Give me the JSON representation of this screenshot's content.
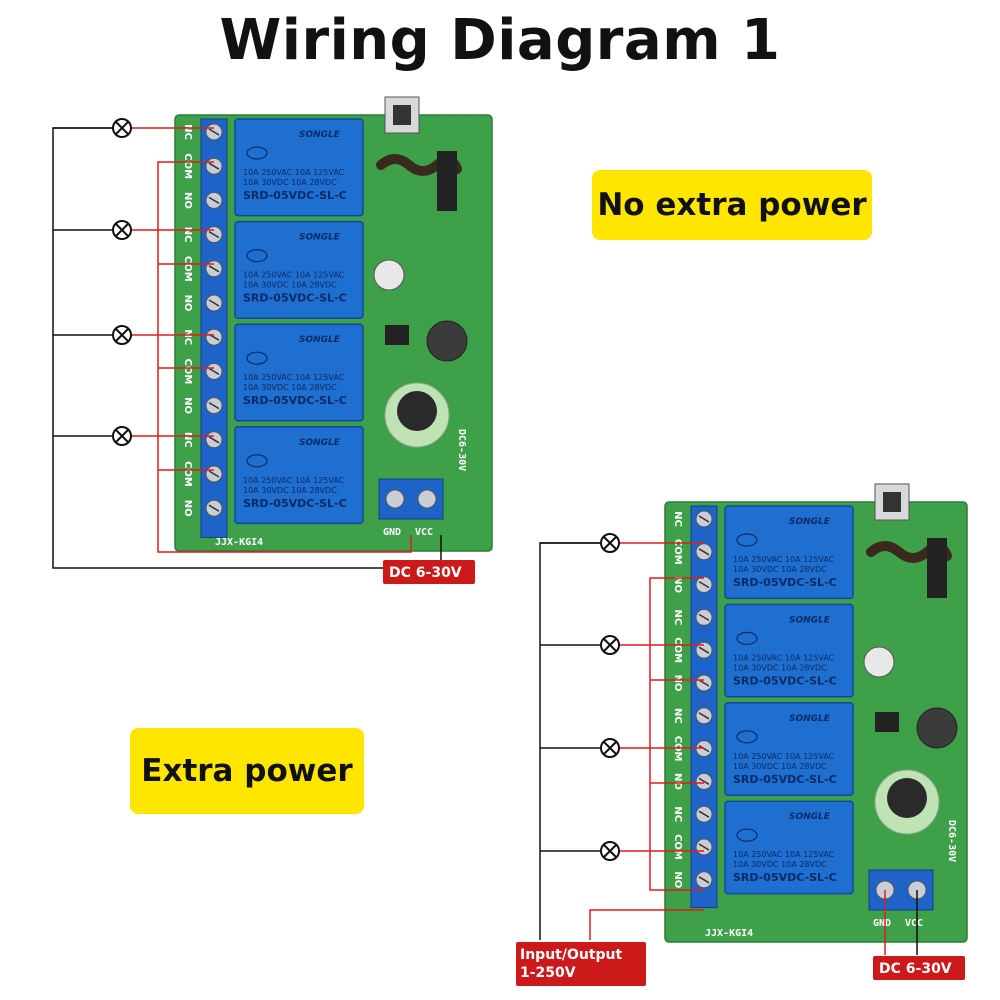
{
  "title": "Wiring Diagram 1",
  "badges": {
    "no_extra_power": "No extra power",
    "extra_power": "Extra power"
  },
  "board": {
    "relay_brand": "SONGLE",
    "relay_rating_line1": "10A 250VAC  10A 125VAC",
    "relay_rating_line2": "10A 30VDC  10A 28VDC",
    "relay_model": "SRD-05VDC-SL-C",
    "pcb_marking": "JJX-KGI4",
    "power_marking": "DC6-30V",
    "terminal_gnd": "GND",
    "terminal_vcc": "VCC",
    "pin_labels": [
      "NC",
      "COM",
      "NO",
      "NC",
      "COM",
      "NO",
      "NC",
      "COM",
      "NO",
      "NC",
      "COM",
      "NO"
    ]
  },
  "labels": {
    "dc_supply": "DC 6-30V",
    "io_line1": "Input/Output",
    "io_line2": "1-250V"
  },
  "colors": {
    "pcb": "#3fa04a",
    "relay": "#1e6fd0",
    "terminal": "#1e63c8",
    "wire_red": "#e01c1c",
    "wire_black": "#111111",
    "label_red": "#cc1a1a",
    "badge": "#ffe600"
  }
}
